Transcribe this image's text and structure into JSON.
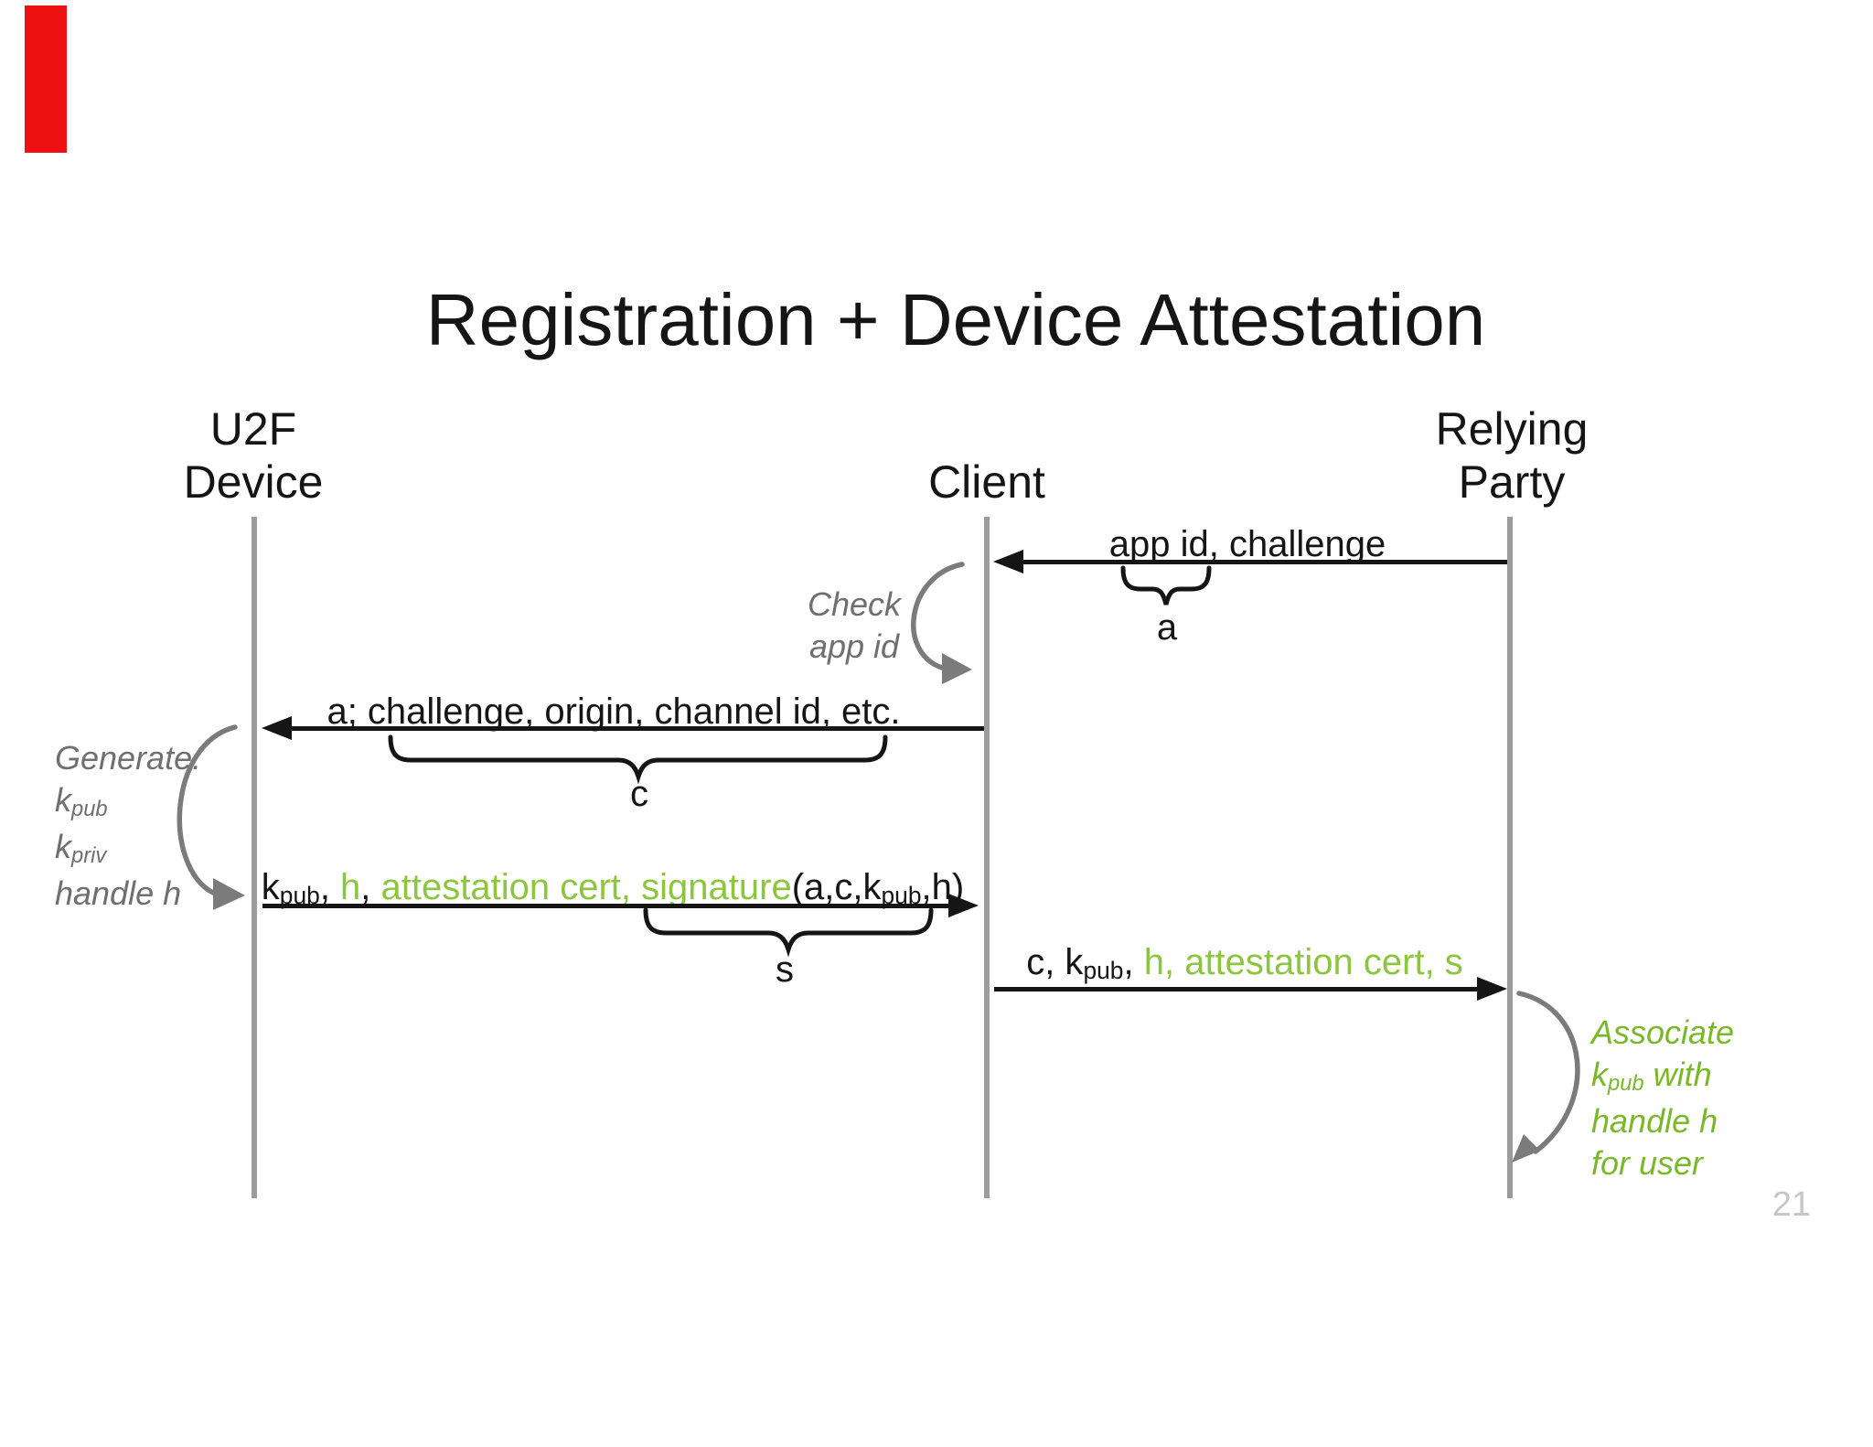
{
  "title": "Registration + Device Attestation",
  "page_number": "21",
  "colors": {
    "text_black": "#151515",
    "green_message": "#8CC63F",
    "green_note": "#7AB82A",
    "gray_note": "#6F6F6F",
    "gray_arrow": "#7B7B7B",
    "gray_lifeline": "#9C9C9C",
    "gray_pagenum": "#C6C6C6",
    "red_marker": "#EE1111"
  },
  "actors": [
    {
      "lines": [
        "U2F",
        "Device"
      ]
    },
    {
      "lines": [
        "Client"
      ]
    },
    {
      "lines": [
        "Relying",
        "Party"
      ]
    }
  ],
  "messages": [
    {
      "from": "Relying Party",
      "to": "Client",
      "direction": "left",
      "parts": [
        {
          "t": "app id, challenge"
        }
      ],
      "brace_label": "a"
    },
    {
      "from": "Client",
      "to": "U2F Device",
      "direction": "left",
      "parts": [
        {
          "t": "a; challenge, origin, channel id, etc."
        }
      ],
      "brace_label": "c"
    },
    {
      "from": "U2F Device",
      "to": "Client",
      "direction": "right",
      "parts": [
        {
          "t": "k"
        },
        {
          "t": "pub",
          "sub": true
        },
        {
          "t": ", "
        },
        {
          "t": "h",
          "c": "g"
        },
        {
          "t": ", "
        },
        {
          "t": "attestation cert, ",
          "c": "g"
        },
        {
          "t": "signature",
          "c": "g"
        },
        {
          "t": "(a,c,k"
        },
        {
          "t": "pub",
          "sub": true
        },
        {
          "t": ",h)"
        }
      ],
      "brace_label": "s"
    },
    {
      "from": "Client",
      "to": "Relying Party",
      "direction": "right",
      "parts": [
        {
          "t": "c, k"
        },
        {
          "t": "pub",
          "sub": true
        },
        {
          "t": ", "
        },
        {
          "t": "h, ",
          "c": "g"
        },
        {
          "t": "attestation cert, s",
          "c": "g"
        }
      ]
    }
  ],
  "notes": {
    "check": {
      "lines": [
        [
          {
            "t": "Check"
          }
        ],
        [
          {
            "t": "app id"
          }
        ]
      ]
    },
    "generate": {
      "lines": [
        [
          {
            "t": "Generate:"
          }
        ],
        [
          {
            "t": "k"
          },
          {
            "t": "pub",
            "sub": true
          }
        ],
        [
          {
            "t": "k"
          },
          {
            "t": "priv",
            "sub": true
          }
        ],
        [
          {
            "t": "handle h"
          }
        ]
      ]
    },
    "associate": {
      "lines": [
        [
          {
            "t": "Associate"
          }
        ],
        [
          {
            "t": "k"
          },
          {
            "t": "pub",
            "sub": true
          },
          {
            "t": " with"
          }
        ],
        [
          {
            "t": "handle h"
          }
        ],
        [
          {
            "t": "for user"
          }
        ]
      ]
    }
  }
}
